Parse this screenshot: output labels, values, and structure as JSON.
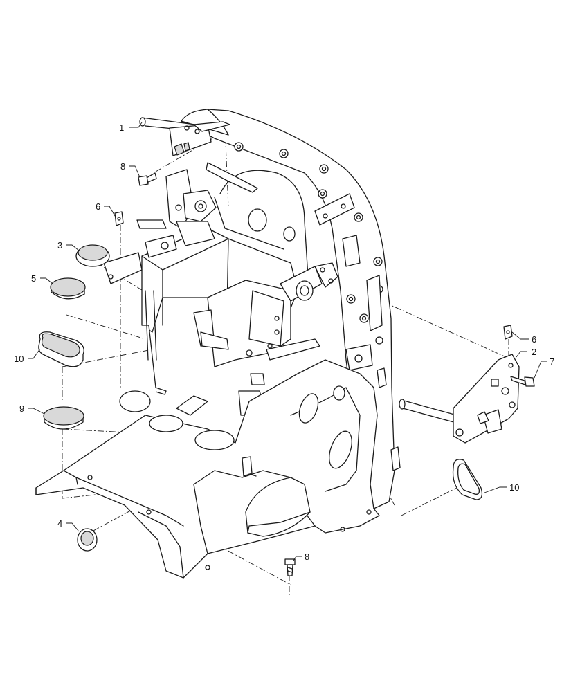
{
  "callouts": [
    {
      "id": "c1",
      "text": "1"
    },
    {
      "id": "c2",
      "text": "2"
    },
    {
      "id": "c3",
      "text": "3"
    },
    {
      "id": "c4",
      "text": "4"
    },
    {
      "id": "c5",
      "text": "5"
    },
    {
      "id": "c6a",
      "text": "6"
    },
    {
      "id": "c6b",
      "text": "6"
    },
    {
      "id": "c7",
      "text": "7"
    },
    {
      "id": "c8a",
      "text": "8"
    },
    {
      "id": "c8b",
      "text": "8"
    },
    {
      "id": "c9",
      "text": "9"
    },
    {
      "id": "c10a",
      "text": "10"
    },
    {
      "id": "c10b",
      "text": "10"
    }
  ]
}
